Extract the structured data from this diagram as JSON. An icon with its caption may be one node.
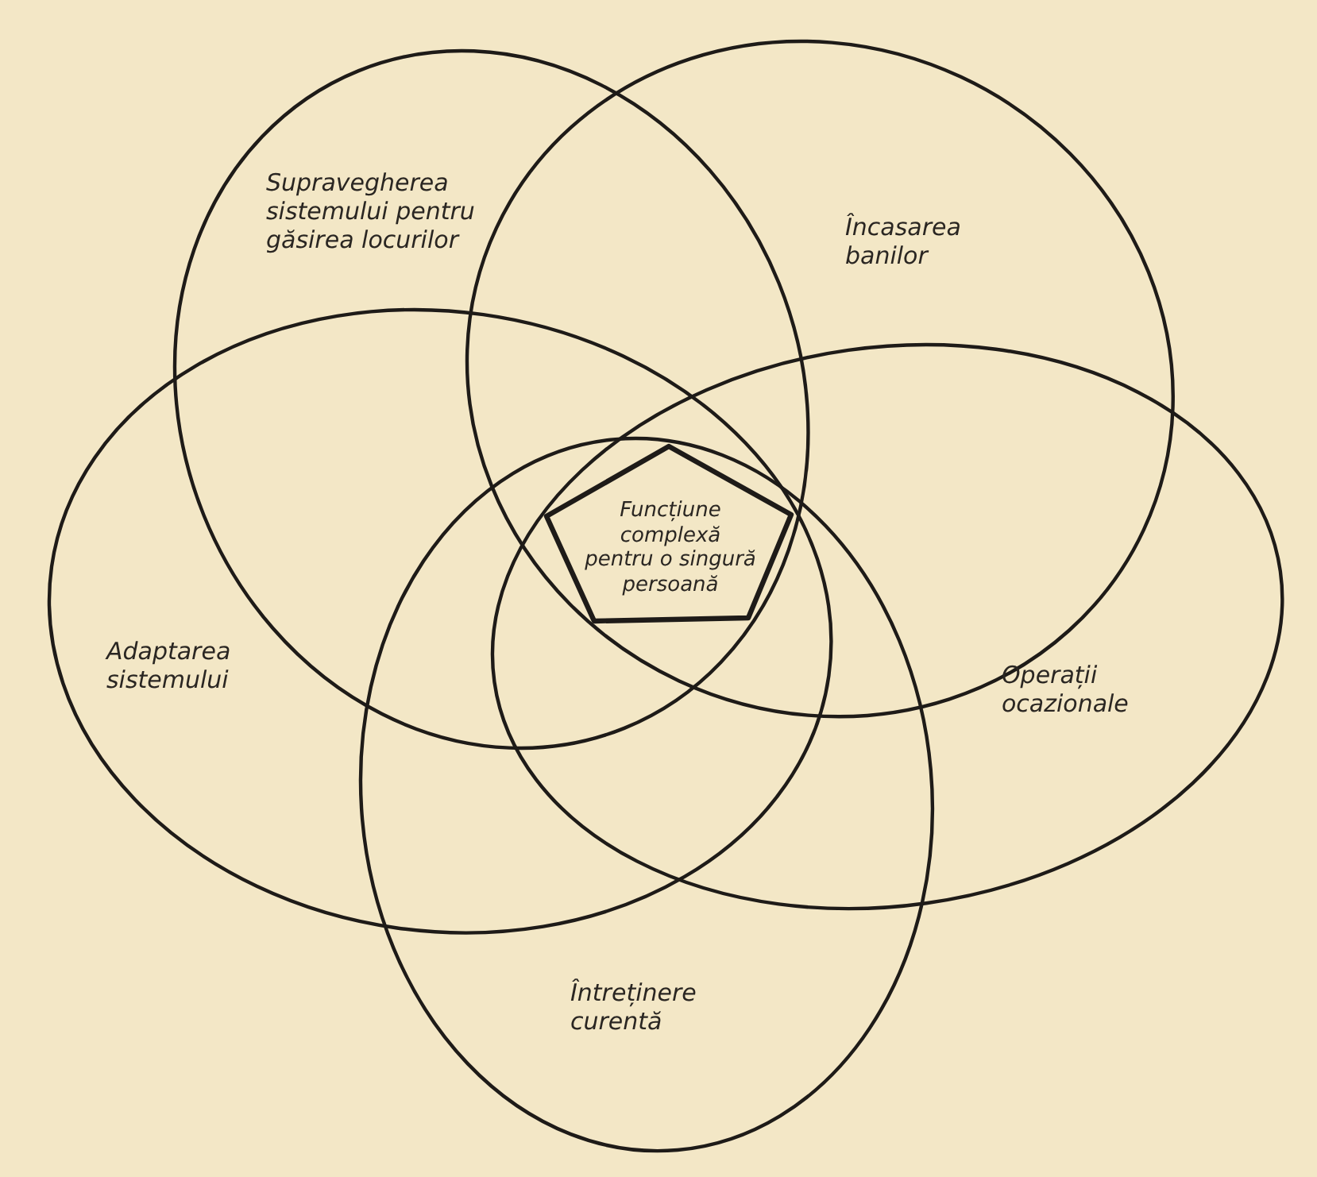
{
  "diagram": {
    "nodes": [
      {
        "text": [
          "Supravegherea sistemului pentru găsirea locurilor"
        ]
      },
      {
        "text": [
          "Încasarea banilor"
        ]
      },
      {
        "text": [
          "Funcțiune complexă pentru o singură persoană"
        ]
      },
      {
        "text": [
          "Adaptarea sistemului"
        ]
      },
      {
        "text": [
          "Operații ocazionale"
        ]
      },
      {
        "text": [
          "Întreținere curentă"
        ]
      }
    ]
  }
}
